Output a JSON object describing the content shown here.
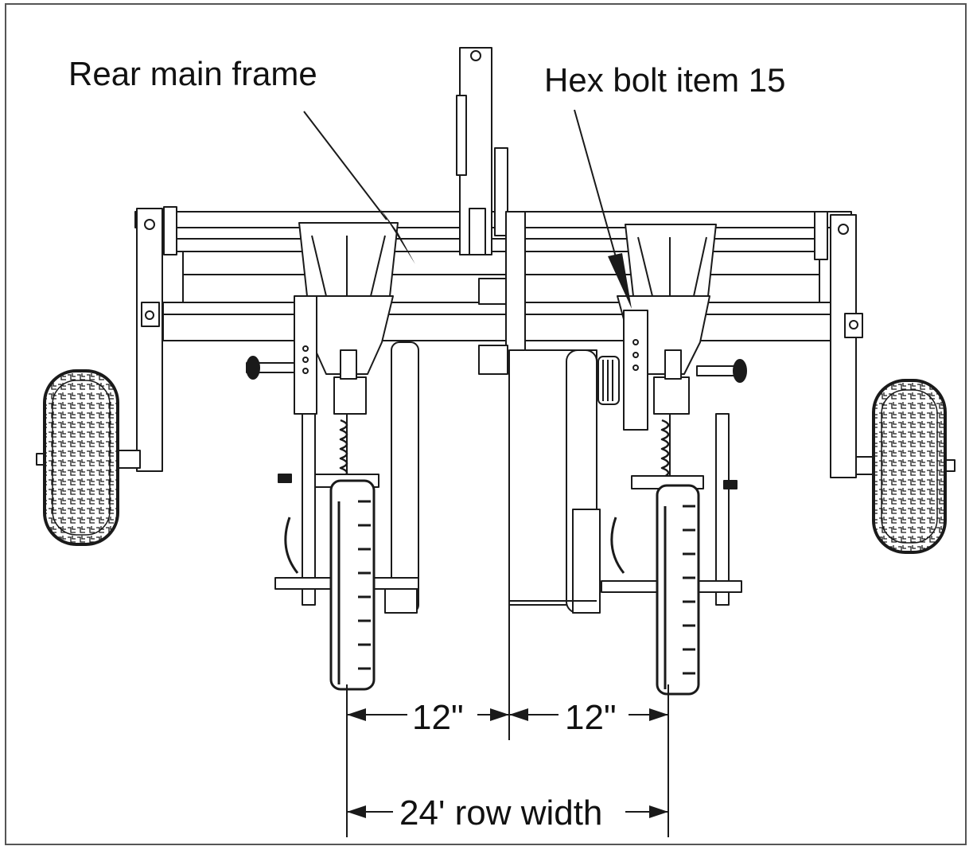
{
  "labels": {
    "rear_main_frame": "Rear main frame",
    "hex_bolt": "Hex bolt item 15",
    "dim_left": "12\"",
    "dim_right": "12\"",
    "dim_row_width": "24' row width"
  },
  "colors": {
    "line": "#1a1a1a",
    "fill_light": "#ffffff",
    "fill_dark": "#1a1a1a",
    "border": "#555555"
  }
}
